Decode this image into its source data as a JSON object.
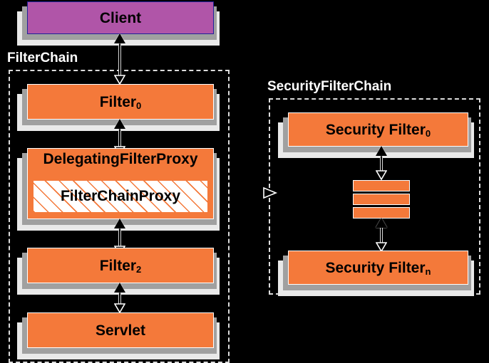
{
  "diagram": {
    "title_alt": "Spring Security FilterChain / SecurityFilterChain diagram",
    "background_color": "#000000",
    "colors": {
      "filter_orange": "#f4793a",
      "client_purple": "#b055a8",
      "client_border": "#20209a",
      "shadow_mid": "#a0a0a0",
      "shadow_back": "#e9e9e9",
      "group_dash": "#dcdcdc",
      "label_text": "#ffffff",
      "node_text": "#000000"
    }
  },
  "groups": [
    {
      "id": "filter-chain",
      "label": "FilterChain"
    },
    {
      "id": "security-filter-chain",
      "label": "SecurityFilterChain"
    }
  ],
  "left_chain": {
    "client": {
      "label": "Client"
    },
    "filter0": {
      "label": "Filter",
      "subscript": "0"
    },
    "delegating": {
      "label": "DelegatingFilterProxy",
      "inner": {
        "label": "FilterChainProxy"
      }
    },
    "filter2": {
      "label": "Filter",
      "subscript": "2"
    },
    "servlet": {
      "label": "Servlet"
    }
  },
  "right_chain": {
    "security_filter_first": {
      "label": "Security Filter",
      "subscript": "0"
    },
    "ellipsis_bars": 3,
    "security_filter_last": {
      "label": "Security Filter",
      "subscript": "n"
    }
  },
  "connectors": [
    {
      "id": "client-to-filter0",
      "style": "double-arrow-vertical"
    },
    {
      "id": "filter0-to-delegating",
      "style": "double-arrow-vertical"
    },
    {
      "id": "delegating-to-filter2",
      "style": "double-arrow-vertical"
    },
    {
      "id": "filter2-to-servlet",
      "style": "double-arrow-vertical"
    },
    {
      "id": "securityfilter0-to-bars",
      "style": "double-arrow-vertical"
    },
    {
      "id": "bars-to-securityfiltern",
      "style": "double-arrow-vertical"
    },
    {
      "id": "filterchainproxy-to-securityfilterchain",
      "style": "hollow-arrow-right"
    }
  ]
}
